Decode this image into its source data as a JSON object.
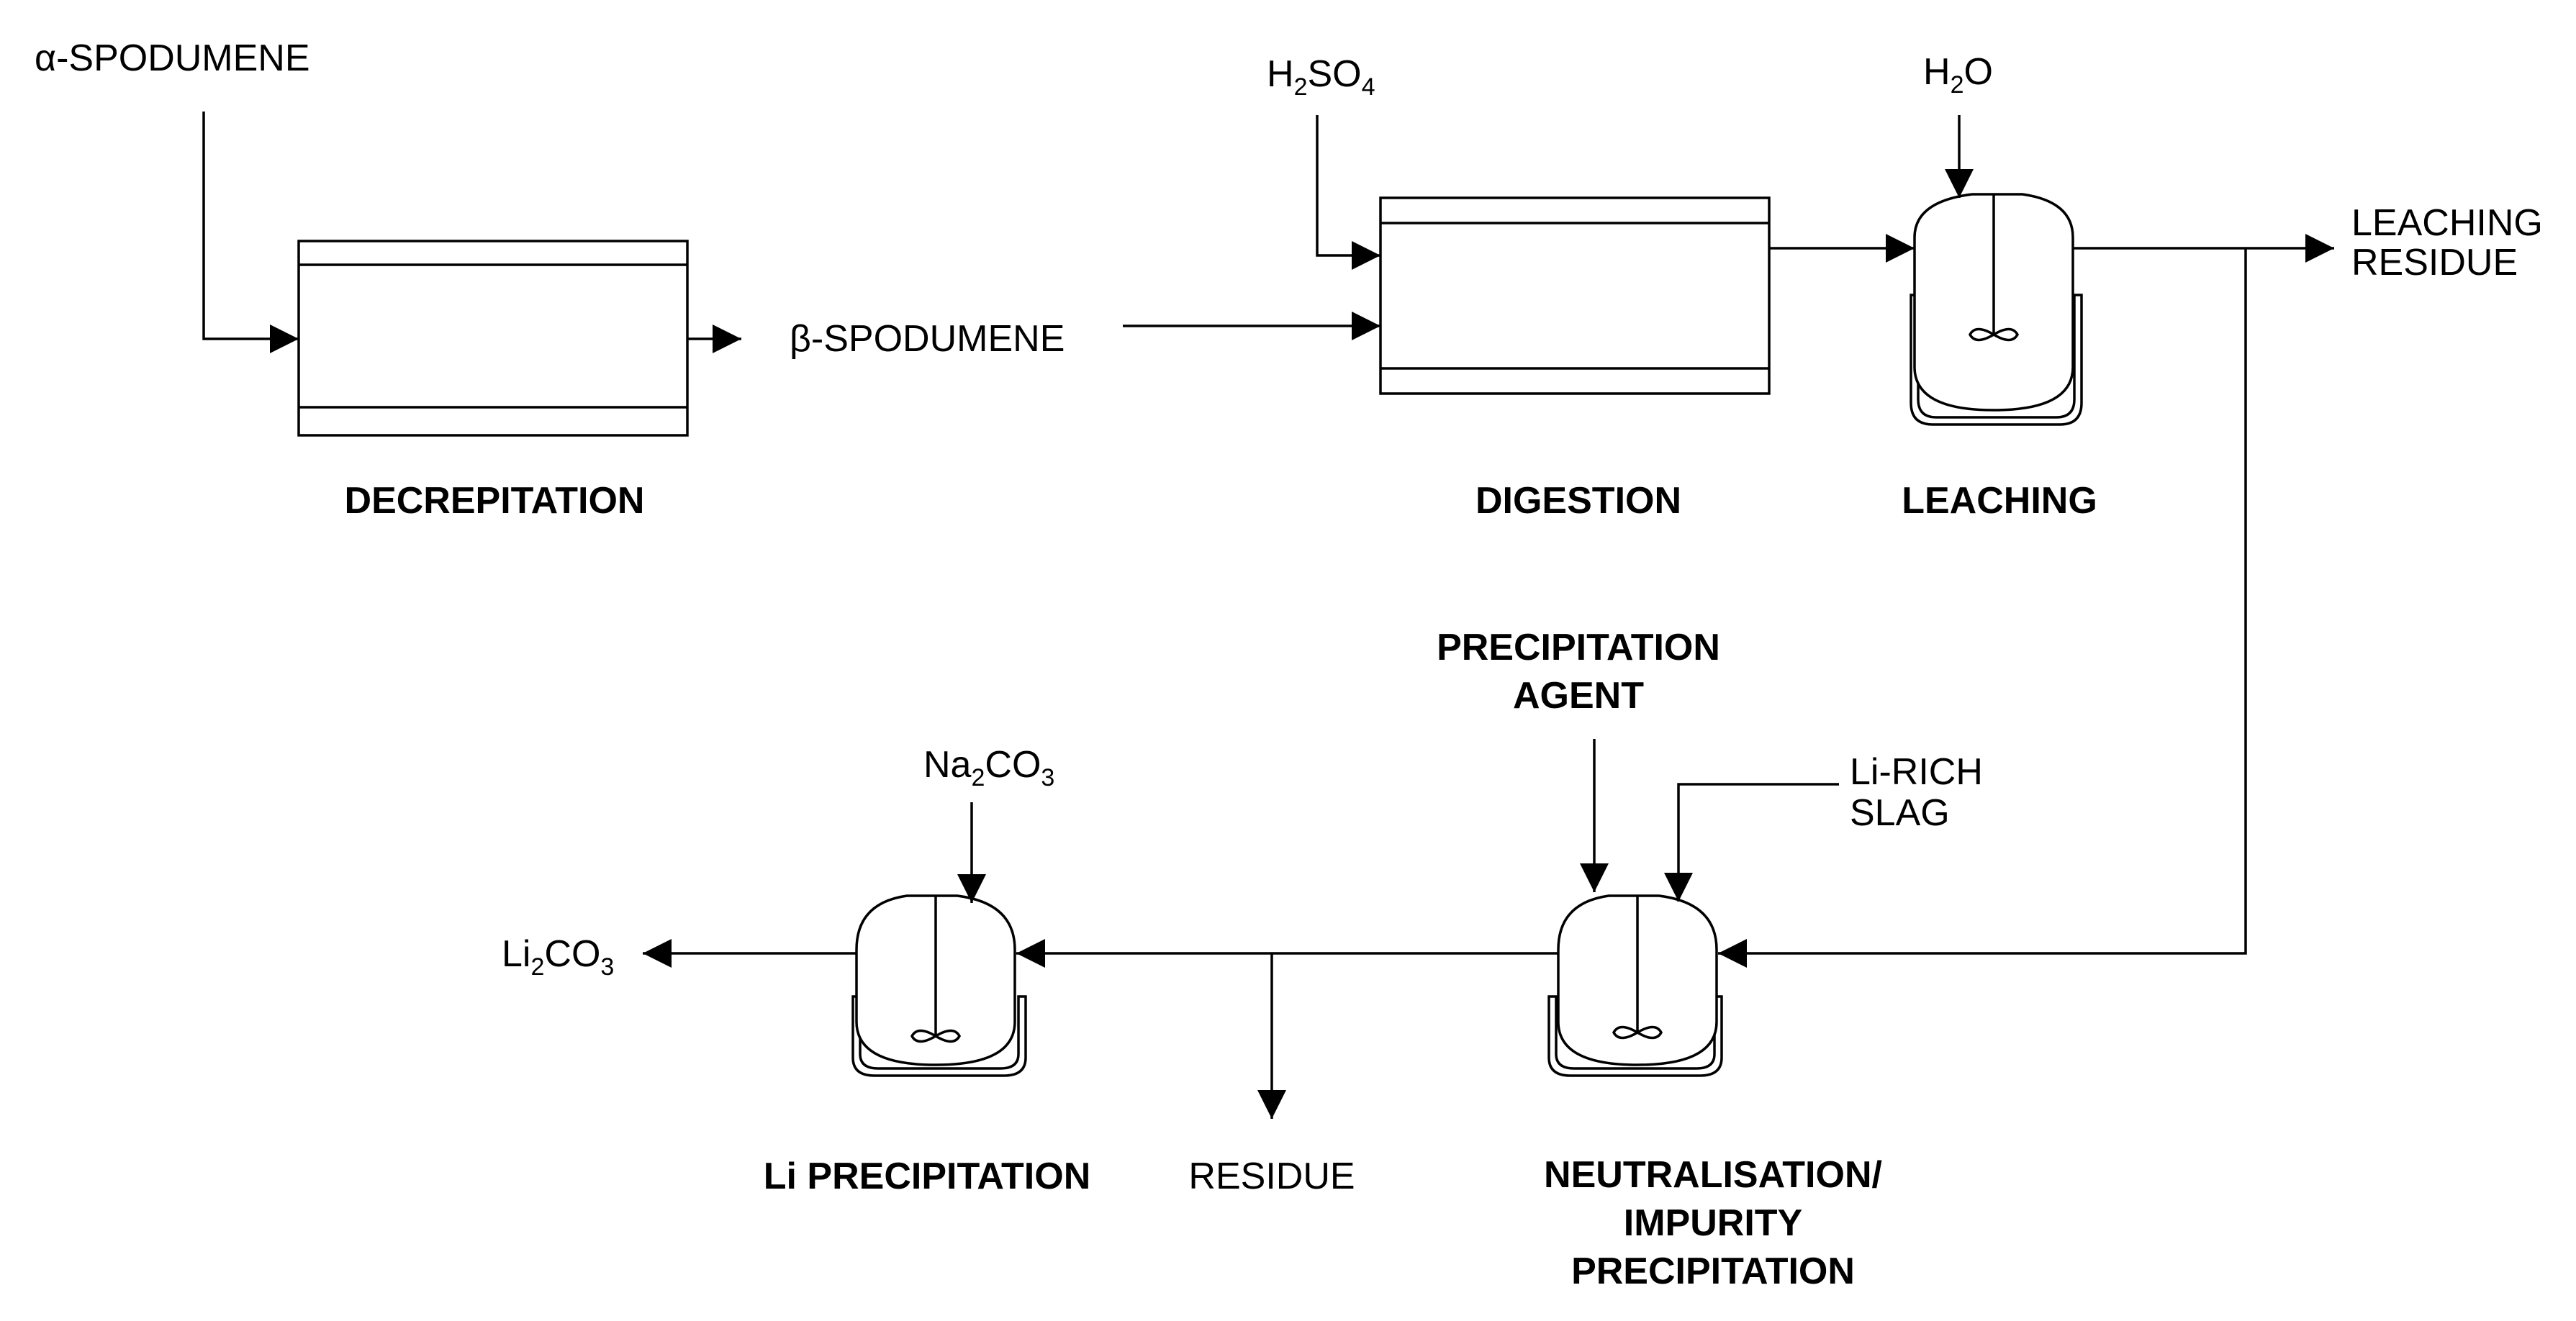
{
  "units": {
    "decrepitation": {
      "title": "DECREPITATION"
    },
    "digestion": {
      "title": "DIGESTION"
    },
    "leaching": {
      "title": "LEACHING"
    },
    "neutralisation": {
      "title_lines": [
        "NEUTRALISATION/",
        "IMPURITY",
        "PRECIPITATION"
      ]
    },
    "li_precipitation": {
      "title": "Li PRECIPITATION"
    }
  },
  "streams": {
    "alpha_spodumene": "α-SPODUMENE",
    "beta_spodumene": "β-SPODUMENE",
    "h2so4": {
      "base": "H",
      "sub1": "2",
      "mid": "SO",
      "sub2": "4"
    },
    "h2o": {
      "base": "H",
      "sub1": "2",
      "mid": "O"
    },
    "leaching_residue": [
      "LEACHING",
      "RESIDUE"
    ],
    "precipitation_agent": [
      "PRECIPITATION",
      "AGENT"
    ],
    "li_rich_slag": [
      "Li-RICH",
      "SLAG"
    ],
    "na2co3": {
      "base": "Na",
      "sub1": "2",
      "mid": "CO",
      "sub2": "3"
    },
    "li2co3": {
      "base": "Li",
      "sub1": "2",
      "mid": "CO",
      "sub2": "3"
    },
    "residue": "RESIDUE"
  }
}
